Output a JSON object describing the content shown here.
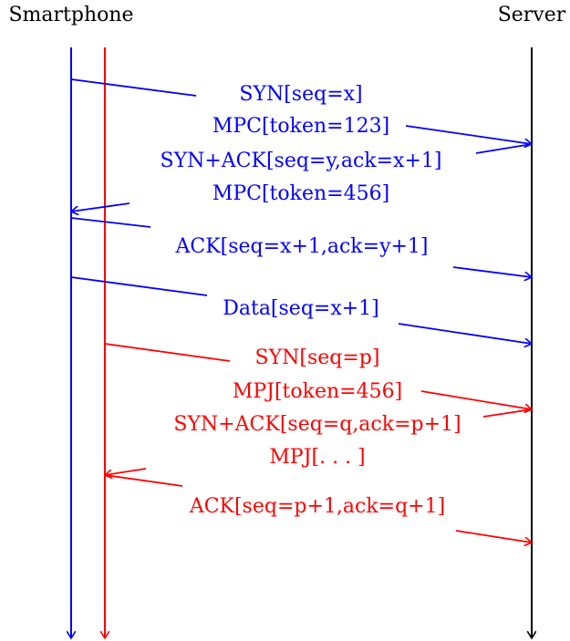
{
  "participants": {
    "smartphone": "Smartphone",
    "server": "Server"
  },
  "colors": {
    "blue": "#0000ff",
    "red": "#ff0000",
    "black": "#000000"
  },
  "messages": {
    "m1": "SYN[seq=x]",
    "m2": "MPC[token=123]",
    "m3": "SYN+ACK[seq=y,ack=x+1]",
    "m4": "MPC[token=456]",
    "m5": "ACK[seq=x+1,ack=y+1]",
    "m6": "Data[seq=x+1]",
    "m7": "SYN[seq=p]",
    "m8": "MPJ[token=456]",
    "m9": "SYN+ACK[seq=q,ack=p+1]",
    "m10": "MPJ[. . . ]",
    "m11": "ACK[seq=p+1,ack=q+1]"
  }
}
